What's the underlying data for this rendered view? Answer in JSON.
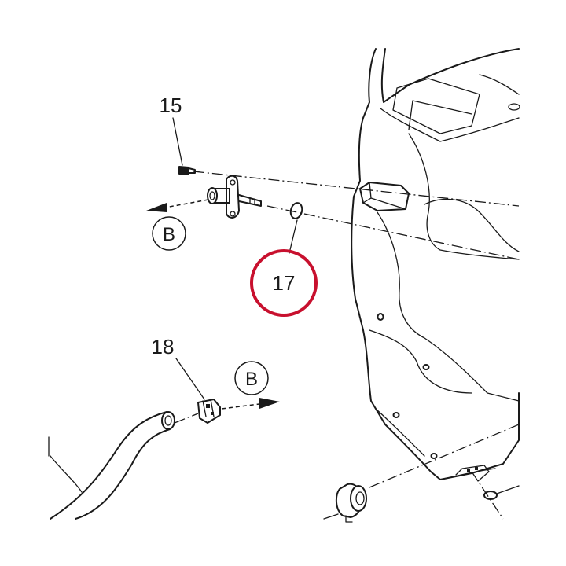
{
  "callouts": {
    "part_15": "15",
    "part_17": "17",
    "part_18": "18",
    "ref_b_top": "B",
    "ref_b_bottom": "B"
  },
  "colors": {
    "line": "#1a1a1a",
    "highlight_ring": "#c8102e",
    "background": "#ffffff"
  }
}
